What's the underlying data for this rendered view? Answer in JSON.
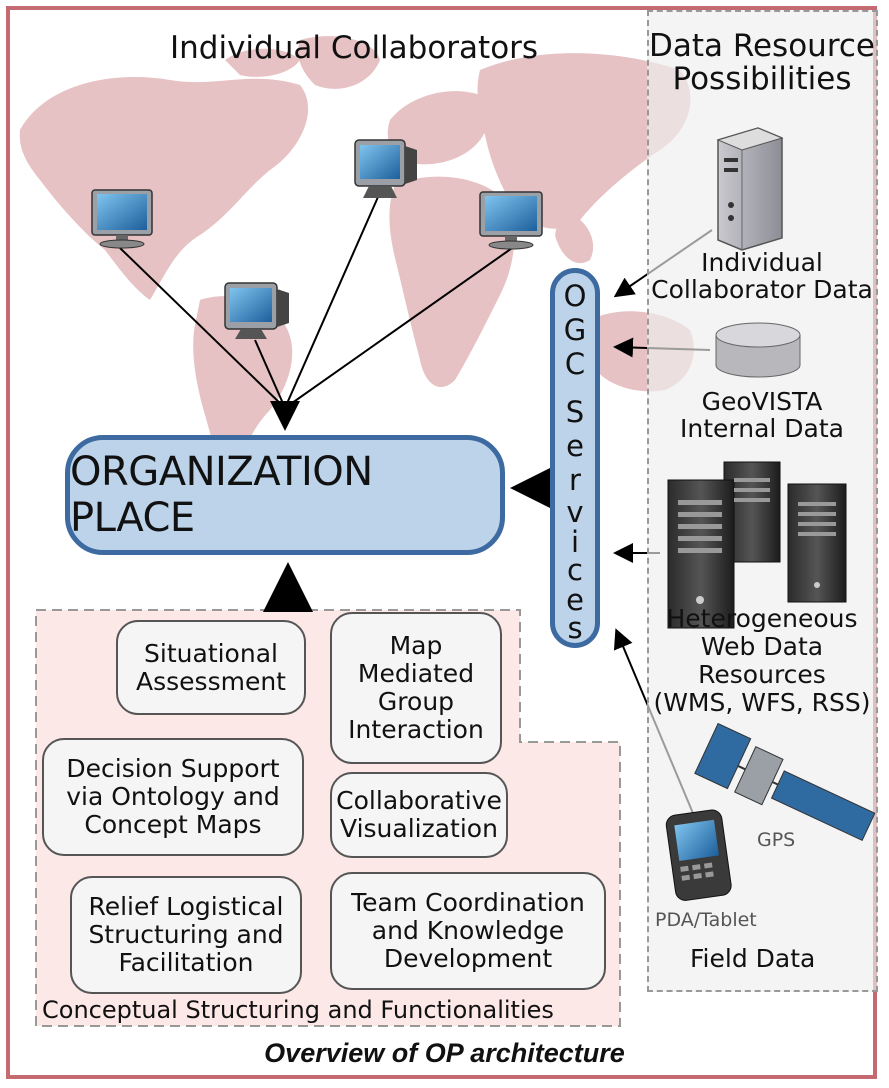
{
  "title_collaborators": "Individual Collaborators",
  "data_panel": {
    "title_line1": "Data Resource",
    "title_line2": "Possibilities",
    "individual_line1": "Individual",
    "individual_line2": "Collaborator Data",
    "geovista_line1": "GeoVISTA",
    "geovista_line2": "Internal Data",
    "web_line1": "Heterogeneous",
    "web_line2": "Web Data",
    "web_line3": "Resources",
    "web_line4": "(WMS, WFS, RSS)",
    "gps": "GPS",
    "pda": "PDA/Tablet",
    "field": "Field Data"
  },
  "organization_place": "ORGANIZATION PLACE",
  "ogc_letters": [
    "O",
    "G",
    "C",
    "S",
    "e",
    "r",
    "v",
    "i",
    "c",
    "e",
    "s"
  ],
  "functions": {
    "situational": "Situational\nAssessment",
    "map_mediated": "Map\nMediated\nGroup\nInteraction",
    "decision": "Decision Support\nvia Ontology and\nConcept Maps",
    "collab_vis": "Collaborative\nVisualization",
    "relief": "Relief Logistical\nStructuring and\nFacilitation",
    "team": "Team Coordination\nand Knowledge\nDevelopment"
  },
  "concept_label": "Conceptual Structuring and Functionalities",
  "caption": "Overview of OP architecture",
  "colors": {
    "frame": "#c46a70",
    "map": "#e7c2c4",
    "concept_fill": "#fde8e8",
    "box_border": "#3d6aa0",
    "box_fill": "#bcd3ea"
  }
}
